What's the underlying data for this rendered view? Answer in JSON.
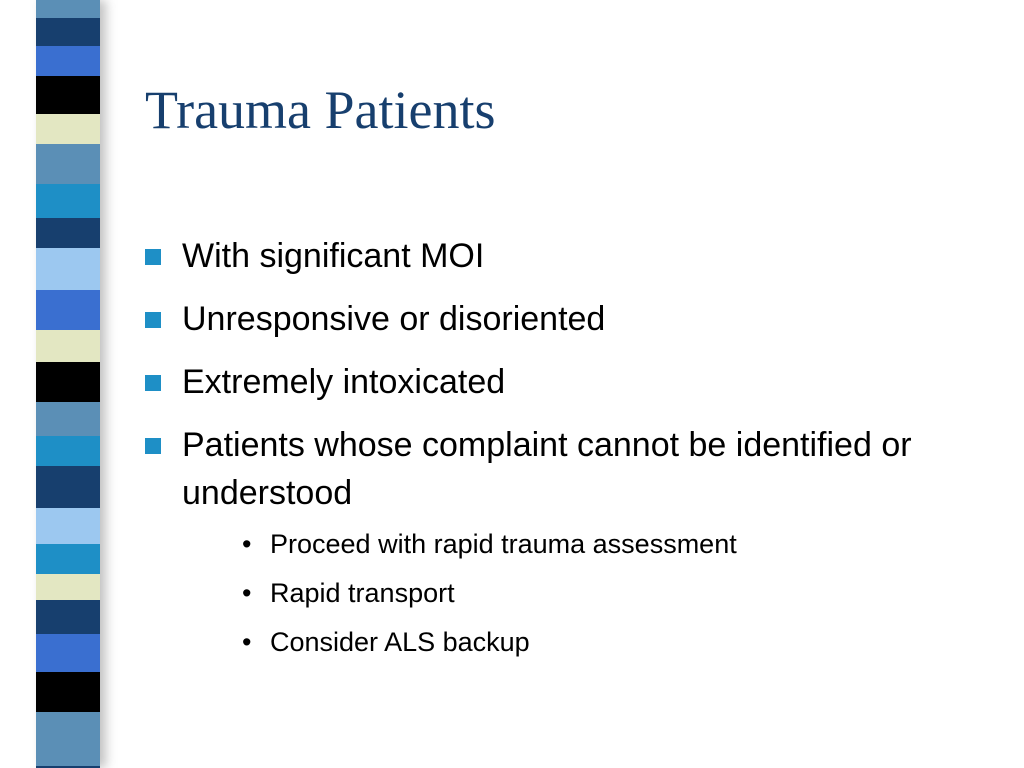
{
  "slide": {
    "title": "Trauma Patients",
    "bullets": [
      "With significant MOI",
      "Unresponsive or disoriented",
      "Extremely intoxicated",
      "Patients whose complaint cannot be identified or understood"
    ],
    "sub_bullets": [
      "Proceed with rapid trauma assessment",
      "Rapid transport",
      "Consider ALS backup"
    ],
    "sub_bullet_marker": "•"
  },
  "colors": {
    "title": "#173f6e",
    "bullet_marker": "#1e8fc6",
    "stripe_bands": [
      "#5b8fb6",
      "#173f6e",
      "#3a6fd0",
      "#000000",
      "#e3e7c2",
      "#5b8fb6",
      "#1e8fc6",
      "#173f6e",
      "#9cc8f0",
      "#3a6fd0",
      "#e3e7c2",
      "#000000",
      "#5b8fb6",
      "#1e8fc6",
      "#173f6e",
      "#9cc8f0",
      "#1e8fc6",
      "#e3e7c2",
      "#173f6e",
      "#3a6fd0",
      "#000000",
      "#5b8fb6"
    ]
  }
}
